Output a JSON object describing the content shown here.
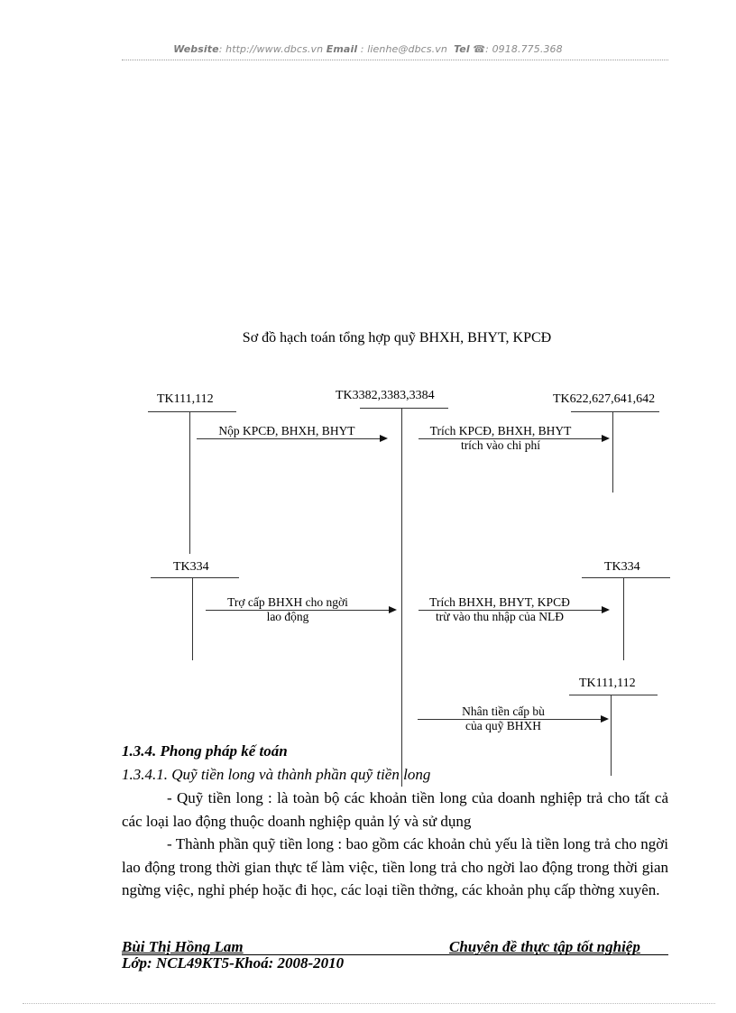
{
  "header": {
    "website_label": "Website",
    "website_value": ": http://www.dbcs.vn",
    "email_label": "Email",
    "email_value": " : lienhe@dbcs.vn",
    "tel_label": "Tel",
    "tel_icon": "phone-icon",
    "tel_value": ": 0918.775.368"
  },
  "diagram": {
    "title": "Sơ đồ hạch toán tổng hợp quỹ BHXH, BHYT, KPCĐ",
    "accounts": {
      "tk111_top": "TK111,112",
      "tk338": "TK3382,3383,3384",
      "tk622": "TK622,627,641,642",
      "tk334_left": "TK334",
      "tk334_right": "TK334",
      "tk111_bottom": "TK111,112"
    },
    "flows": {
      "nop": "Nộp KPCĐ, BHXH, BHYT",
      "trich_cp_1": "Trích KPCĐ, BHXH, BHYT",
      "trich_cp_2": "trích vào chi phí",
      "trocap_1": "Trợ cấp BHXH cho ngời",
      "trocap_2": "lao động",
      "trich_nld_1": "Trích BHXH, BHYT, KPCĐ",
      "trich_nld_2": "trừ vào thu nhập của NLĐ",
      "nhan_1": "Nhân tiền cấp bù",
      "nhan_2": "của quỹ BHXH"
    }
  },
  "content": {
    "section_heading": "1.3.4. Phong   pháp kế toán",
    "subsection_heading": "1.3.4.1. Quỹ tiền long   và thành phần quỹ tiền long",
    "paragraph1": "- Quỹ tiền long   : là toàn bộ các khoản tiền long   của doanh nghiệp trả cho tất cả các loại lao động thuộc doanh nghiệp quản lý và sử dụng",
    "paragraph2": "- Thành phần quỹ tiền long   : bao gồm các khoản chủ yếu là tiền long trả cho ngời   lao động trong thời gian thực tế làm việc, tiền long   trả cho ngời   lao động trong thời gian ngừng việc, nghỉ phép hoặc đi học, các loại tiền thởng,   các khoản phụ cấp thờng   xuyên."
  },
  "footer": {
    "author": "Bùi Thị Hồng Lam",
    "doc_type": "Chuyên đề thực tập tốt nghiệp",
    "class_info": "Lớp: NCL49KT5-Khoá:  2008-2010"
  }
}
